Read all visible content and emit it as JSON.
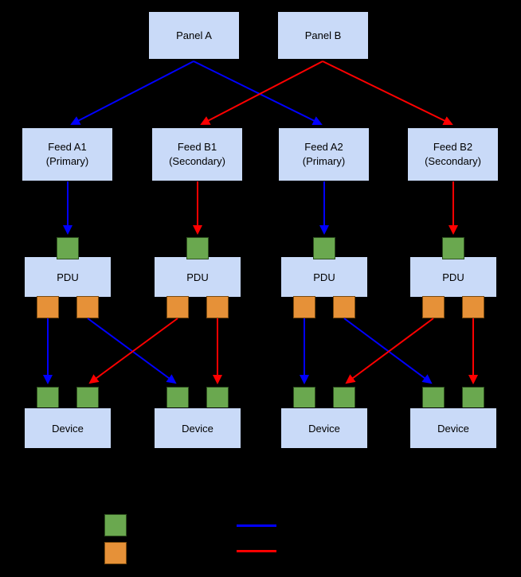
{
  "panels": [
    {
      "label": "Panel A"
    },
    {
      "label": "Panel B"
    }
  ],
  "feeds": [
    {
      "line1": "Feed A1",
      "line2": "(Primary)"
    },
    {
      "line1": "Feed B1",
      "line2": "(Secondary)"
    },
    {
      "line1": "Feed A2",
      "line2": "(Primary)"
    },
    {
      "line1": "Feed B2",
      "line2": "(Secondary)"
    }
  ],
  "pdus": [
    {
      "label": "PDU"
    },
    {
      "label": "PDU"
    },
    {
      "label": "PDU"
    },
    {
      "label": "PDU"
    }
  ],
  "devices": [
    {
      "label": "Device"
    },
    {
      "label": "Device"
    },
    {
      "label": "Device"
    },
    {
      "label": "Device"
    }
  ],
  "edges": [
    {
      "from": "Panel A",
      "to": "Feed A1",
      "color": "blue"
    },
    {
      "from": "Panel A",
      "to": "Feed A2",
      "color": "blue"
    },
    {
      "from": "Panel B",
      "to": "Feed B1",
      "color": "red"
    },
    {
      "from": "Panel B",
      "to": "Feed B2",
      "color": "red"
    },
    {
      "from": "Feed A1",
      "to": "PDU 1 input port",
      "color": "blue"
    },
    {
      "from": "Feed B1",
      "to": "PDU 2 input port",
      "color": "red"
    },
    {
      "from": "Feed A2",
      "to": "PDU 3 input port",
      "color": "blue"
    },
    {
      "from": "Feed B2",
      "to": "PDU 4 input port",
      "color": "red"
    },
    {
      "from": "PDU 1 left output port",
      "to": "Device 1 left input port",
      "color": "blue"
    },
    {
      "from": "PDU 1 right output port",
      "to": "Device 2 left input port",
      "color": "blue"
    },
    {
      "from": "PDU 2 left output port",
      "to": "Device 1 right input port",
      "color": "red"
    },
    {
      "from": "PDU 2 right output port",
      "to": "Device 2 right input port",
      "color": "red"
    },
    {
      "from": "PDU 3 left output port",
      "to": "Device 3 left input port",
      "color": "blue"
    },
    {
      "from": "PDU 3 right output port",
      "to": "Device 4 left input port",
      "color": "blue"
    },
    {
      "from": "PDU 4 left output port",
      "to": "Device 3 right input port",
      "color": "red"
    },
    {
      "from": "PDU 4 right output port",
      "to": "Device 4 right input port",
      "color": "red"
    }
  ],
  "legend": {
    "swatches": [
      {
        "name": "green-square",
        "color": "#6aa84f"
      },
      {
        "name": "orange-square",
        "color": "#e69138"
      }
    ],
    "lines": [
      {
        "name": "blue-line",
        "color": "#0000ff"
      },
      {
        "name": "red-line",
        "color": "#ff0000"
      }
    ]
  },
  "colors": {
    "background": "#000000",
    "box_fill": "#c9daf8",
    "box_border": "#000000",
    "input_port_green": "#6aa84f",
    "output_port_orange": "#e69138",
    "primary_path_blue": "#0000ff",
    "secondary_path_red": "#ff0000"
  }
}
